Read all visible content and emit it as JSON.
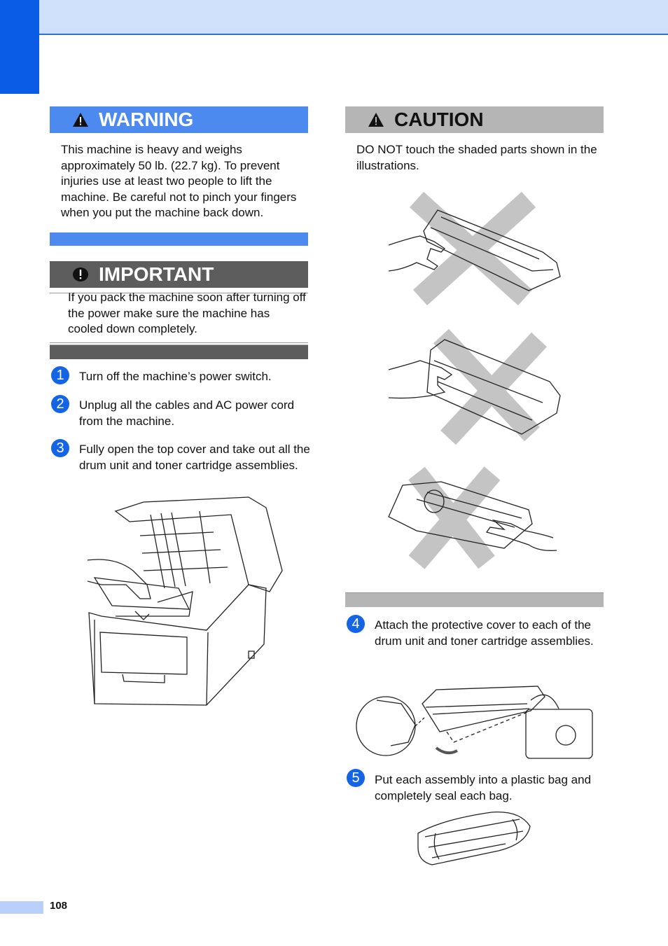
{
  "warning": {
    "label": "WARNING",
    "text": "This machine is heavy and weighs approximately 50 lb. (22.7 kg). To prevent injuries use at least two people to lift the machine. Be careful not to pinch your fingers when you put the machine back down."
  },
  "important": {
    "label": "IMPORTANT",
    "text": "If you pack the machine soon after turning off the power make sure the machine has cooled down completely."
  },
  "caution": {
    "label": "CAUTION",
    "text": "DO NOT touch the shaded parts shown in the illustrations."
  },
  "steps": [
    {
      "num": "1",
      "text": "Turn off the machine’s power switch."
    },
    {
      "num": "2",
      "text": "Unplug all the cables and AC power cord from the machine."
    },
    {
      "num": "3",
      "text": "Fully open the top cover and take out all the drum unit and toner cartridge assemblies."
    },
    {
      "num": "4",
      "text": "Attach the protective cover to each of the drum unit and toner cartridge assemblies."
    },
    {
      "num": "5",
      "text": "Put each assembly into a plastic bag and completely seal each bag."
    }
  ],
  "footer": {
    "page_number": "108"
  },
  "colors": {
    "accent": "#0a5ce6",
    "warning": "#4d8af0",
    "caution": "#b5b5b5",
    "important": "#5d5d5d"
  }
}
